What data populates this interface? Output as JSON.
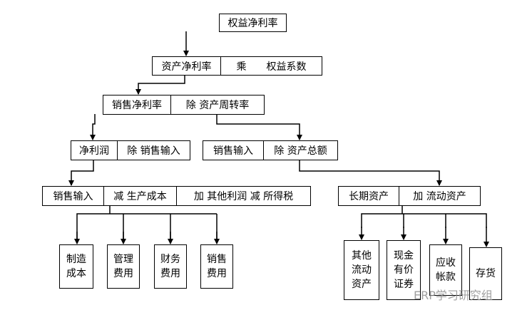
{
  "nodes": {
    "roe": {
      "cells": [
        "权益净利率"
      ]
    },
    "roa_row": {
      "cells": [
        "资产净利率",
        "乘　　权益系数"
      ]
    },
    "margin_row": {
      "cells": [
        "销售净利率",
        "除 资产周转率"
      ]
    },
    "profit_row": {
      "cells": [
        "净利润",
        "除 销售输入"
      ]
    },
    "turnover_row": {
      "cells": [
        "销售输入",
        "除 资产总额"
      ]
    },
    "income_row": {
      "cells": [
        "销售输入",
        "减 生产成本",
        "加 其他利润 减 所得税"
      ]
    },
    "assets_row": {
      "cells": [
        "长期资产",
        "加 流动资产"
      ]
    }
  },
  "cost_items": [
    "制造\n成本",
    "管理\n费用",
    "财务\n费用",
    "销售\n费用"
  ],
  "asset_items": [
    "其他\n流动\n资产",
    "现金\n有价\n证券",
    "应收\n帐款",
    "存货"
  ],
  "watermark": "ERP学习研究组"
}
